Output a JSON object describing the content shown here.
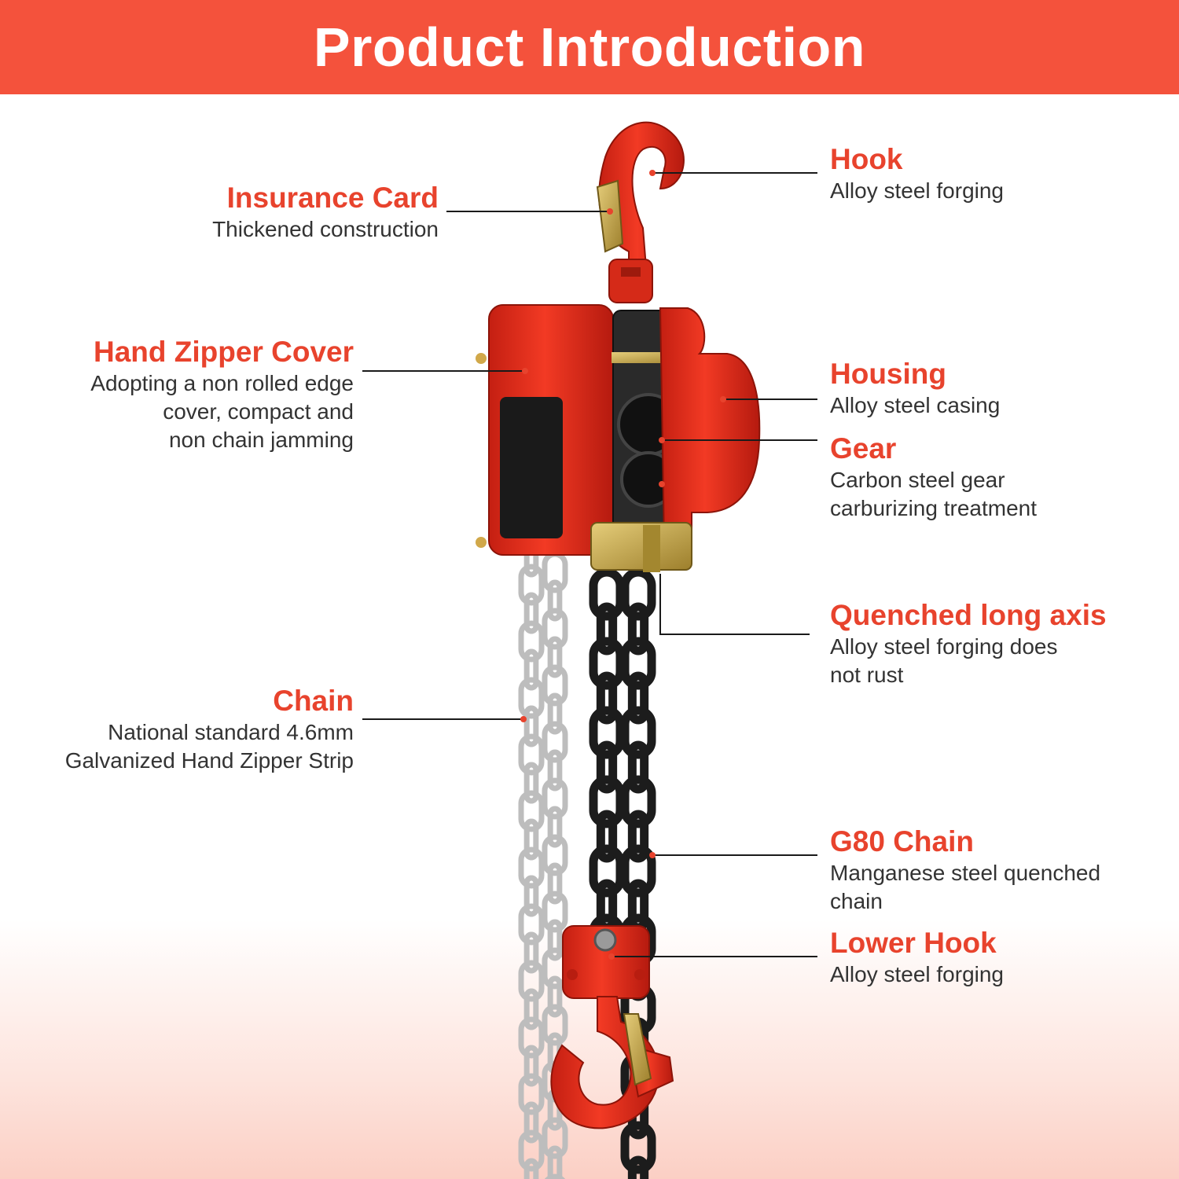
{
  "header": {
    "title": "Product Introduction"
  },
  "callouts": {
    "insurance_card": {
      "title": "Insurance Card",
      "desc": [
        "Thickened construction"
      ]
    },
    "hand_zipper_cover": {
      "title": "Hand Zipper Cover",
      "desc": [
        "Adopting a non rolled edge",
        "cover, compact and",
        "non chain jamming"
      ]
    },
    "chain": {
      "title": "Chain",
      "desc": [
        "National standard 4.6mm",
        "Galvanized Hand Zipper Strip"
      ]
    },
    "hook": {
      "title": "Hook",
      "desc": [
        "Alloy steel forging"
      ]
    },
    "housing": {
      "title": "Housing",
      "desc": [
        "Alloy steel casing"
      ]
    },
    "gear": {
      "title": "Gear",
      "desc": [
        "Carbon steel gear",
        "carburizing treatment"
      ]
    },
    "long_axis": {
      "title": "Quenched long axis",
      "desc": [
        "Alloy steel forging does",
        "not rust"
      ]
    },
    "g80_chain": {
      "title": "G80 Chain",
      "desc": [
        "Manganese steel quenched",
        "chain"
      ]
    },
    "lower_hook": {
      "title": "Lower Hook",
      "desc": [
        "Alloy steel forging"
      ]
    }
  },
  "colors": {
    "header_bg": "#f4523c",
    "accent": "#e8432d",
    "hoist_red": "#e82f1f",
    "load_chain": "#1e1e1e",
    "hand_chain": "#c9c9c9",
    "brass": "#c9a94a"
  }
}
